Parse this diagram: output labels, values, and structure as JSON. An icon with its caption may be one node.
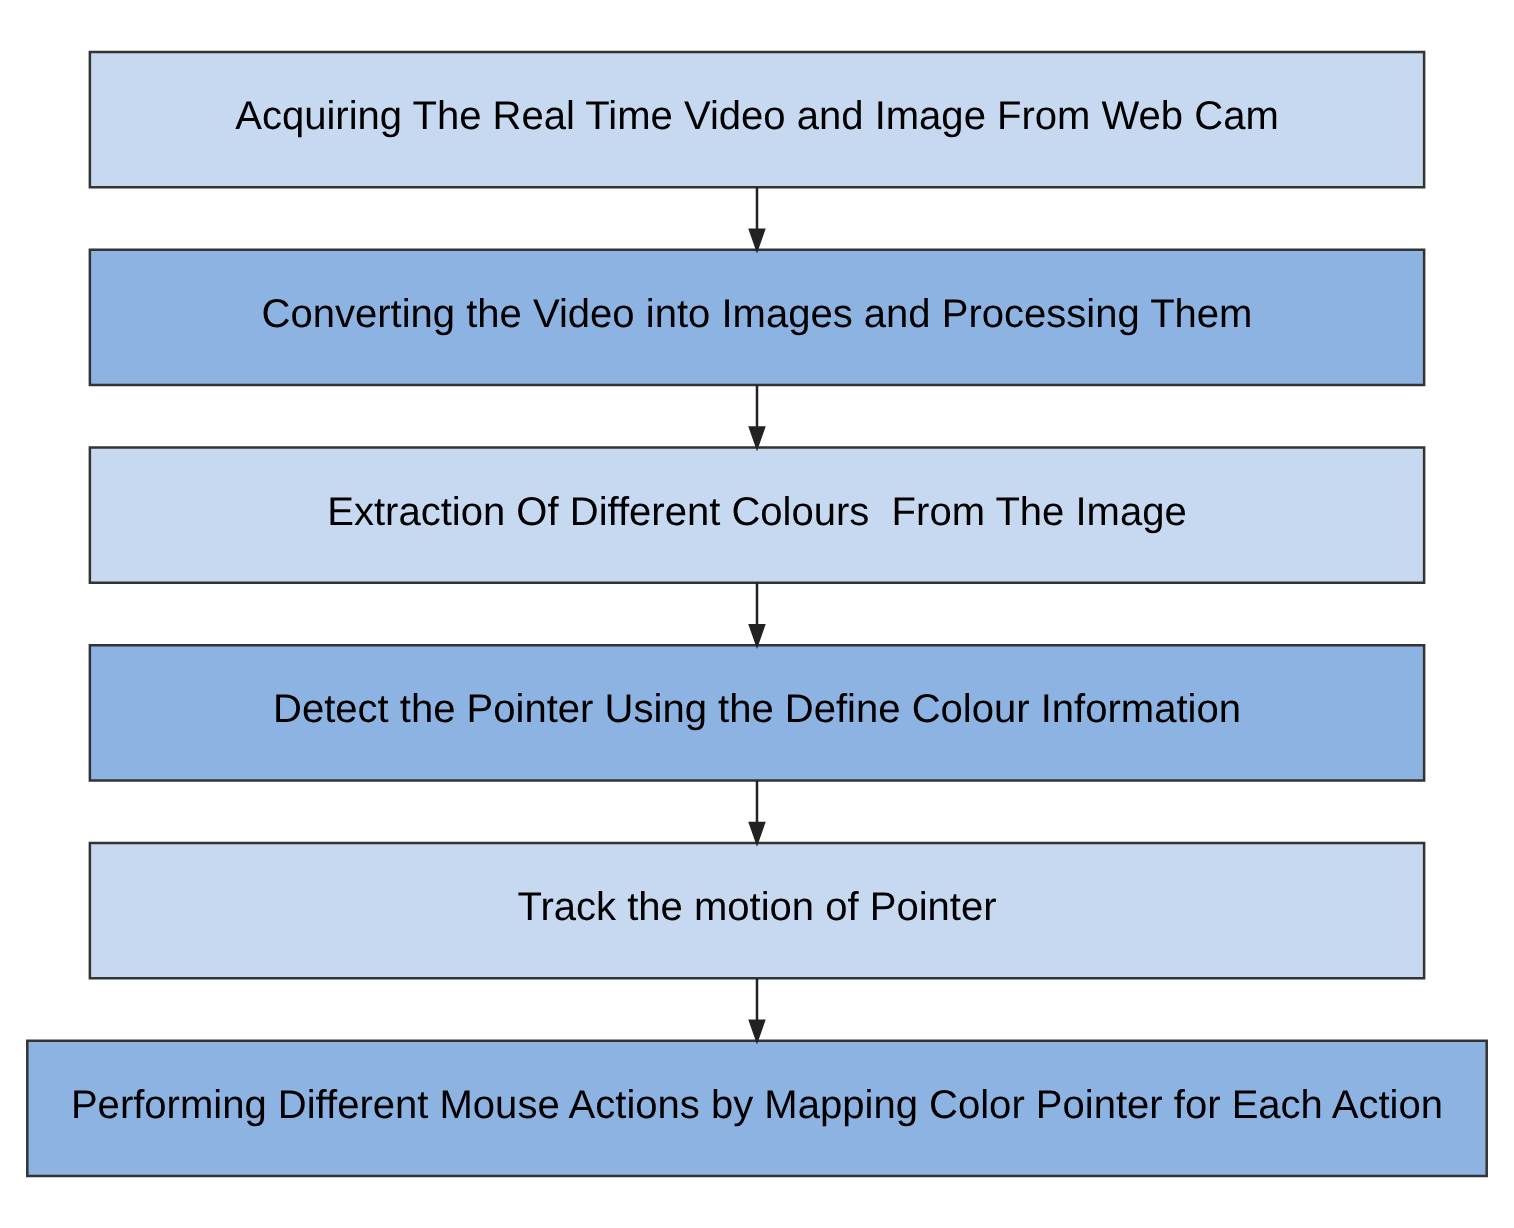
{
  "diagram": {
    "nodes": [
      {
        "text": [
          "Acquiring The Real Time Video and Image From Web Cam"
        ]
      },
      {
        "text": [
          "Converting the Video into Images and Processing Them"
        ]
      },
      {
        "text": [
          "Extraction Of Different Colours  From The Image"
        ]
      },
      {
        "text": [
          "Detect the Pointer Using the Define Colour Information"
        ]
      },
      {
        "text": [
          "Track the motion of Pointer"
        ]
      },
      {
        "text": [
          "Performing Different Mouse Actions by Mapping Color Pointer for Each Action"
        ]
      }
    ],
    "edges": [
      {
        "from": 0,
        "to": 1,
        "arrow": "to"
      },
      {
        "from": 1,
        "to": 2,
        "arrow": "to"
      },
      {
        "from": 2,
        "to": 3,
        "arrow": "to"
      },
      {
        "from": 3,
        "to": 4,
        "arrow": "to"
      },
      {
        "from": 4,
        "to": 5,
        "arrow": "to"
      }
    ]
  }
}
